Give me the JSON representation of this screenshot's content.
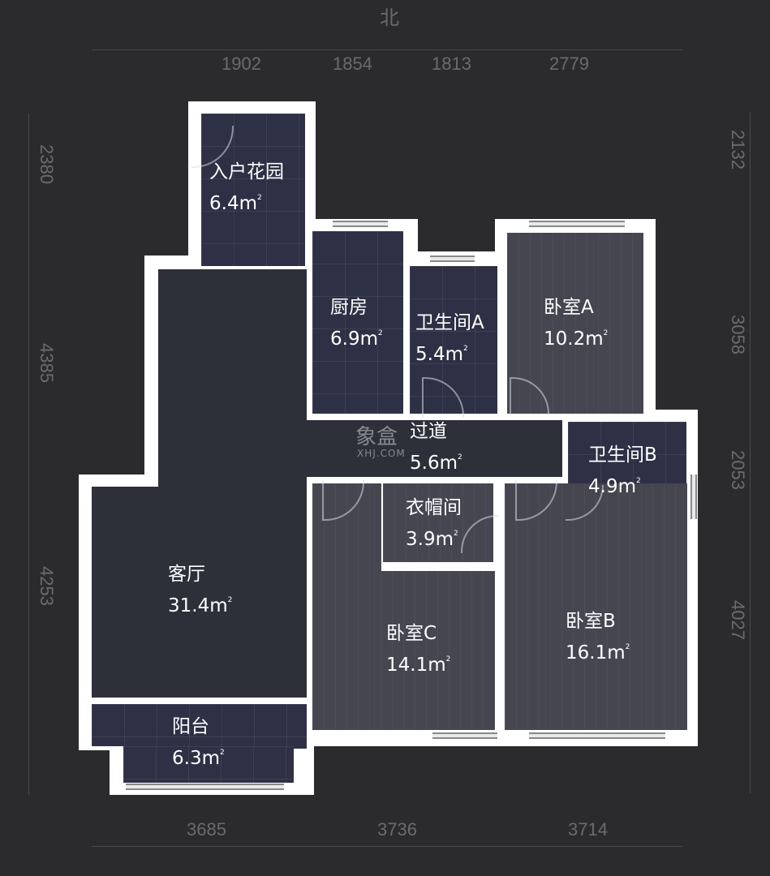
{
  "compass": {
    "north_label": "北"
  },
  "dimensions": {
    "top": [
      "1902",
      "1854",
      "1813",
      "2779"
    ],
    "bottom": [
      "3685",
      "3736",
      "3714"
    ],
    "left": [
      "2380",
      "4385",
      "4253"
    ],
    "right": [
      "2132",
      "3058",
      "2053",
      "4027"
    ]
  },
  "rooms": [
    {
      "name": "入户花园",
      "area": "6.4",
      "unit": "m²"
    },
    {
      "name": "厨房",
      "area": "6.9",
      "unit": "m²"
    },
    {
      "name": "卫生间A",
      "area": "5.4",
      "unit": "m²"
    },
    {
      "name": "卧室A",
      "area": "10.2",
      "unit": "m²"
    },
    {
      "name": "过道",
      "area": "5.6",
      "unit": "m²"
    },
    {
      "name": "卫生间B",
      "area": "4.9",
      "unit": "m²"
    },
    {
      "name": "衣帽间",
      "area": "3.9",
      "unit": "m²"
    },
    {
      "name": "客厅",
      "area": "31.4",
      "unit": "m²"
    },
    {
      "name": "卧室C",
      "area": "14.1",
      "unit": "m²"
    },
    {
      "name": "卧室B",
      "area": "16.1",
      "unit": "m²"
    },
    {
      "name": "阳台",
      "area": "6.3",
      "unit": "m²"
    }
  ],
  "watermark": {
    "logo": "象盒",
    "site": "XHJ.COM"
  },
  "colors": {
    "background": "#2b2b2d",
    "wall": "#ffffff",
    "tile_floor": "#2e3045",
    "wood_floor": "#454650",
    "plain_floor": "#2d2f39",
    "dimension_text": "#6b6b6e"
  }
}
